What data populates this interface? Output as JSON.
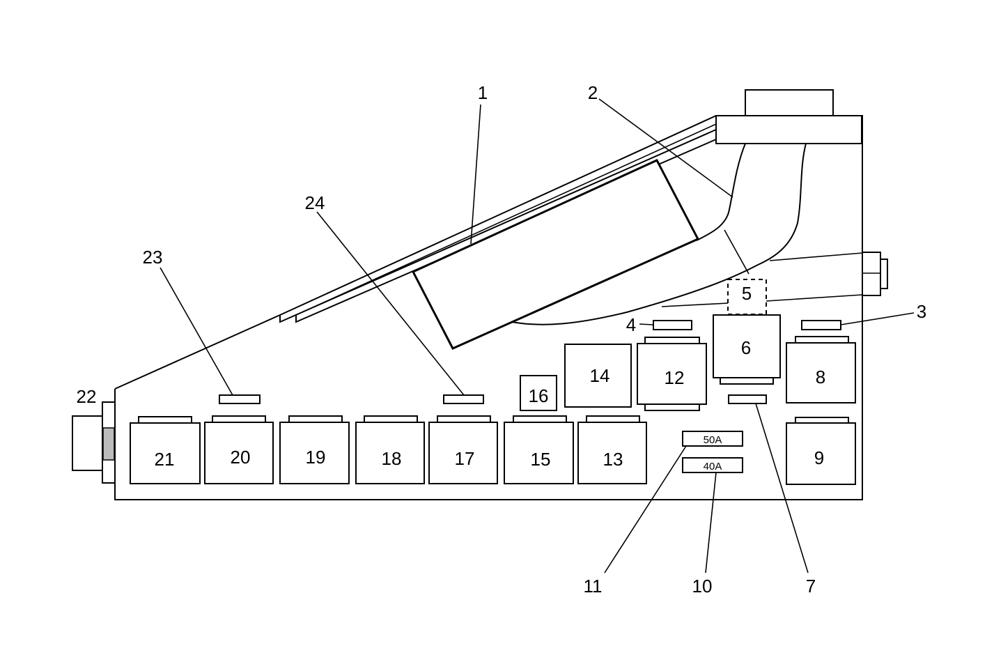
{
  "diagram": {
    "callouts": {
      "c1": "1",
      "c2": "2",
      "c3": "3",
      "c4": "4",
      "c5": "5",
      "c7": "7",
      "c10": "10",
      "c11": "11",
      "c22": "22",
      "c23": "23",
      "c24": "24"
    },
    "components": {
      "r6": "6",
      "r8": "8",
      "r9": "9",
      "r12": "12",
      "r13": "13",
      "r14": "14",
      "r15": "15",
      "r16": "16",
      "r17": "17",
      "r18": "18",
      "r19": "19",
      "r20": "20",
      "r21": "21"
    },
    "fuses": {
      "f50": "50A",
      "f40": "40A"
    }
  }
}
